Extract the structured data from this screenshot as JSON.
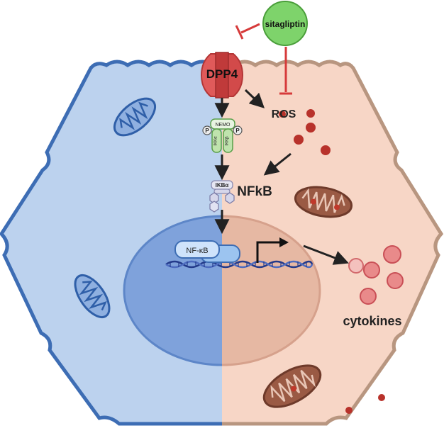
{
  "labels": {
    "drug": "sitagliptin",
    "receptor": "DPP4",
    "ros": "ROS",
    "nfkb_pathway": "NFkB",
    "cytokines": "cytokines",
    "nemo": "NEMO",
    "ikk_alpha": "IKKα",
    "ikk_beta": "IKKβ",
    "phospho_left": "P",
    "phospho_right": "P",
    "ikb_alpha": "IKBα",
    "nfkb_complex": "NF-κB"
  },
  "colors": {
    "cell_left_fill": "#bcd2ee",
    "cell_left_border": "#3d6db4",
    "cell_right_fill": "#f7d6c6",
    "cell_right_border": "#b89680",
    "nucleus_left": "#7fa2db",
    "nucleus_right": "#e6b8a3",
    "dpp4_red": "#e05a5a",
    "sitagliptin_green": "#7ed36b",
    "inhibition_red": "#d63a3a",
    "ros_dot": "#b8322b",
    "cytokine_pink": "#e98a8a",
    "mito_left": "#8fb0e0",
    "mito_right": "#9a5a44",
    "arrow": "#222222",
    "dna": "#233a8a"
  }
}
